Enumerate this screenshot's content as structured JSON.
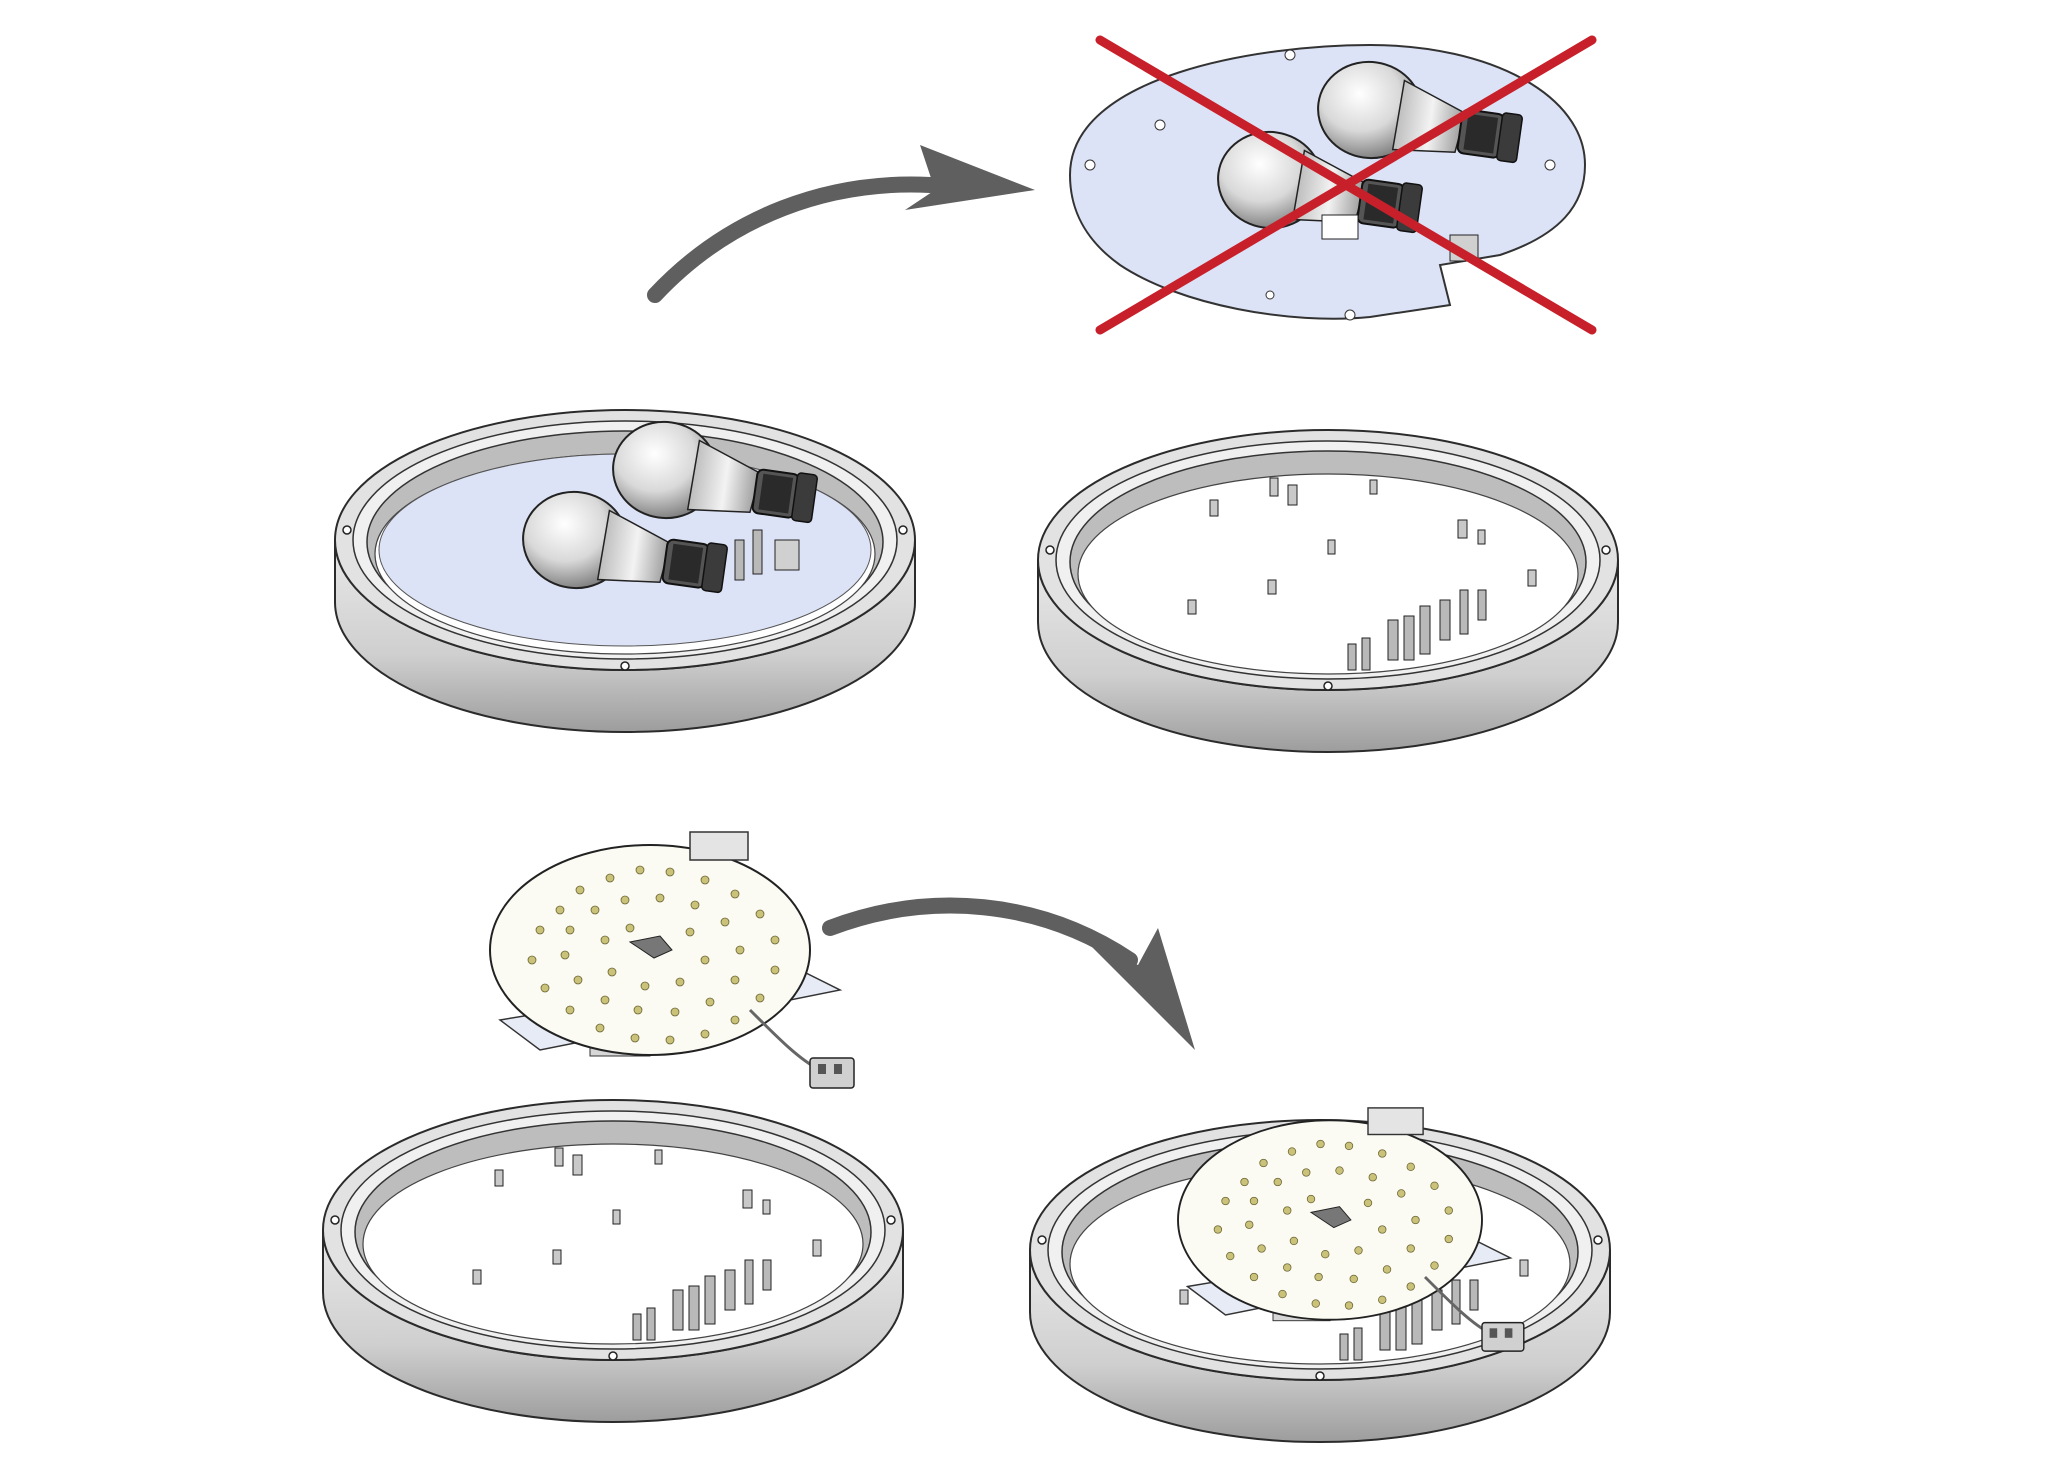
{
  "diagram": {
    "steps": [
      {
        "id": "step-1",
        "description_shown": false
      },
      {
        "id": "step-2",
        "description_shown": false
      },
      {
        "id": "step-3",
        "description_shown": false
      },
      {
        "id": "step-4",
        "description_shown": false
      }
    ],
    "colors": {
      "ring_outer": "#d6d6d6",
      "ring_shade": "#8f8f8f",
      "ring_dark": "#3a3a3a",
      "old_plate": "#dde3f6",
      "bulb_light": "#f4f4f4",
      "bulb_dark": "#8a8a8a",
      "arrow": "#5f5f5f",
      "cross": "#c8202a",
      "led_board": "#fafaf5",
      "led_chip": "#d8d27a"
    },
    "icons": [
      "curved-arrow-icon",
      "red-cross-icon"
    ]
  }
}
